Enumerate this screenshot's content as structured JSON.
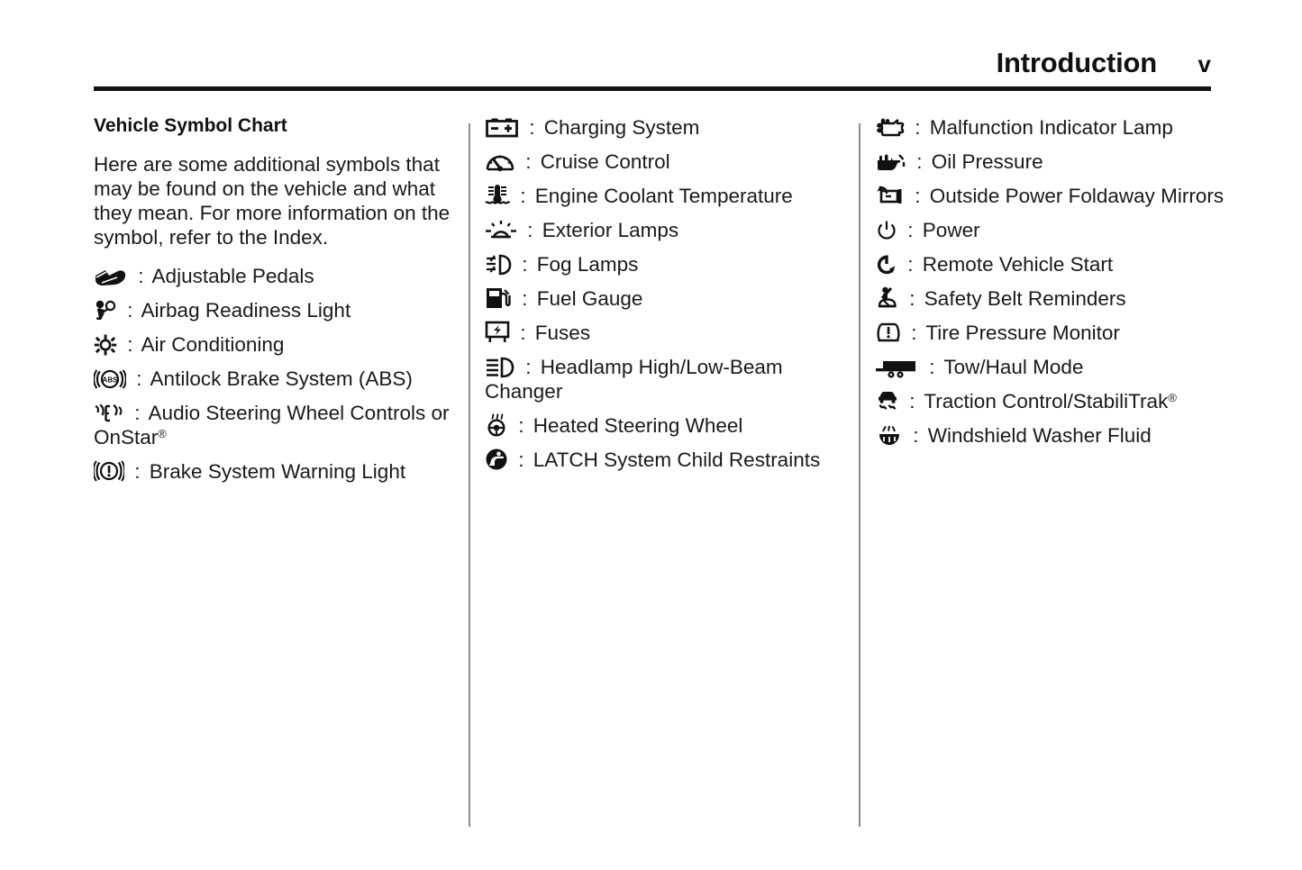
{
  "header": {
    "title": "Introduction",
    "page_number": "v"
  },
  "column1": {
    "heading": "Vehicle Symbol Chart",
    "intro": "Here are some additional symbols that may be found on the vehicle and what they mean. For more information on the symbol, refer to the Index.",
    "items": [
      {
        "icon": "adjustable-pedals-icon",
        "separator": ":",
        "label": "Adjustable Pedals"
      },
      {
        "icon": "airbag-readiness-icon",
        "separator": ":",
        "label": "Airbag Readiness Light"
      },
      {
        "icon": "air-conditioning-icon",
        "separator": ":",
        "label": "Air Conditioning"
      },
      {
        "icon": "antilock-brake-system-icon",
        "separator": ":",
        "label": "Antilock Brake System (ABS)"
      },
      {
        "icon": "audio-steering-wheel-controls-icon",
        "separator": ":",
        "label": "Audio Steering Wheel Controls or OnStar",
        "superscript": "®"
      },
      {
        "icon": "brake-system-warning-icon",
        "separator": ":",
        "label": "Brake System Warning Light"
      }
    ]
  },
  "column2": {
    "items": [
      {
        "icon": "charging-system-icon",
        "separator": ":",
        "label": "Charging System"
      },
      {
        "icon": "cruise-control-icon",
        "separator": ":",
        "label": "Cruise Control"
      },
      {
        "icon": "engine-coolant-temperature-icon",
        "separator": ":",
        "label": "Engine Coolant Temperature"
      },
      {
        "icon": "exterior-lamps-icon",
        "separator": ":",
        "label": "Exterior Lamps"
      },
      {
        "icon": "fog-lamps-icon",
        "separator": ":",
        "label": "Fog Lamps"
      },
      {
        "icon": "fuel-gauge-icon",
        "separator": ":",
        "label": "Fuel Gauge"
      },
      {
        "icon": "fuses-icon",
        "separator": ":",
        "label": "Fuses"
      },
      {
        "icon": "headlamp-high-low-beam-icon",
        "separator": ":",
        "label": "Headlamp High/Low-Beam Changer"
      },
      {
        "icon": "heated-steering-wheel-icon",
        "separator": ":",
        "label": "Heated Steering Wheel"
      },
      {
        "icon": "latch-child-restraint-icon",
        "separator": ":",
        "label": "LATCH System Child Restraints"
      }
    ]
  },
  "column3": {
    "items": [
      {
        "icon": "malfunction-indicator-lamp-icon",
        "separator": ":",
        "label": "Malfunction Indicator Lamp"
      },
      {
        "icon": "oil-pressure-icon",
        "separator": ":",
        "label": "Oil Pressure"
      },
      {
        "icon": "outside-power-foldaway-mirrors-icon",
        "separator": ":",
        "label": "Outside Power Foldaway Mirrors"
      },
      {
        "icon": "power-icon",
        "separator": ":",
        "label": "Power"
      },
      {
        "icon": "remote-vehicle-start-icon",
        "separator": ":",
        "label": "Remote Vehicle Start"
      },
      {
        "icon": "safety-belt-reminders-icon",
        "separator": ":",
        "label": "Safety Belt Reminders"
      },
      {
        "icon": "tire-pressure-monitor-icon",
        "separator": ":",
        "label": "Tire Pressure Monitor"
      },
      {
        "icon": "tow-haul-mode-icon",
        "separator": ":",
        "label": "Tow/Haul Mode"
      },
      {
        "icon": "traction-control-stabilitrak-icon",
        "separator": ":",
        "label": "Traction Control/StabiliTrak",
        "superscript": "®"
      },
      {
        "icon": "windshield-washer-fluid-icon",
        "separator": ":",
        "label": "Windshield Washer Fluid"
      }
    ]
  },
  "colors": {
    "ink": "#1a1a1a",
    "rule": "#111111",
    "divider": "#8a8a8a",
    "page": "#ffffff"
  }
}
